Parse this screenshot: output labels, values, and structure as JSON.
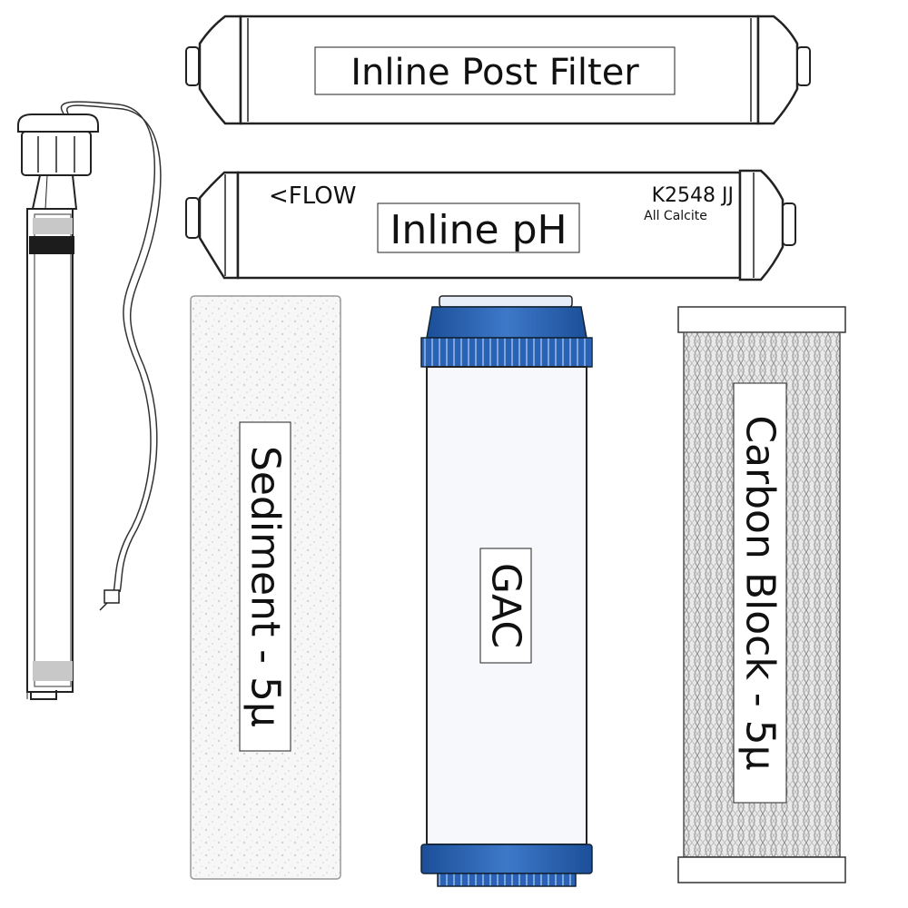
{
  "components": {
    "inline_post_filter": {
      "label": "Inline Post Filter"
    },
    "inline_ph": {
      "label": "Inline pH",
      "flow_marking": "<FLOW",
      "part_code": "K2548 JJ",
      "media_note": "All Calcite"
    },
    "sediment": {
      "label": "Sediment - 5µ"
    },
    "gac": {
      "label": "GAC",
      "cap_color": "#1f5aa8"
    },
    "carbon_block": {
      "label": "Carbon Block - 5µ"
    },
    "uv_lamp": {}
  }
}
